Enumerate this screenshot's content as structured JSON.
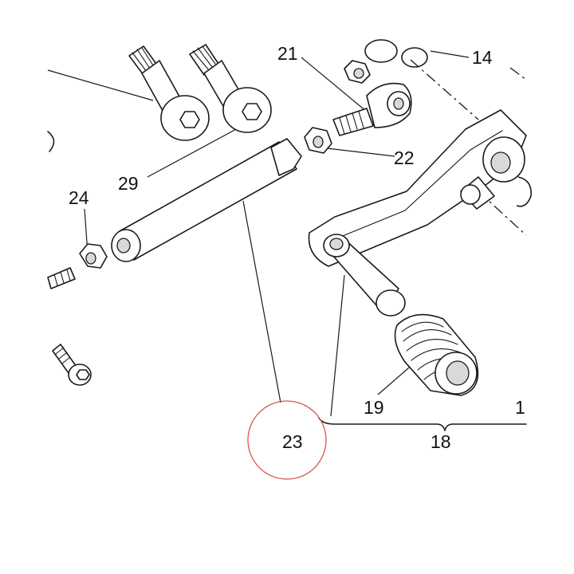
{
  "labels": {
    "p14": "14",
    "p21": "21",
    "p22": "22",
    "p29": "29",
    "p24": "24",
    "p19": "19",
    "p23": "23",
    "p18": "18",
    "p1_partial": "1"
  },
  "highlight": {
    "circle_color": "#d9534f",
    "circled_part": "23"
  }
}
